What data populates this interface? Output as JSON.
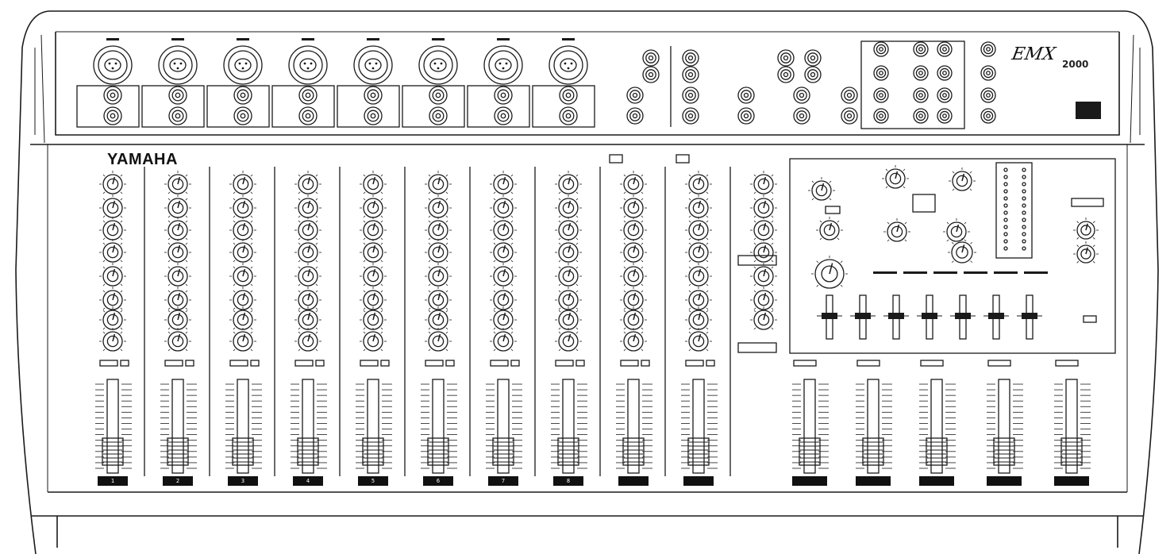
{
  "brand": "YAMAHA",
  "model": "EMX",
  "model_number": "2000",
  "channel_labels": [
    "1",
    "2",
    "3",
    "4",
    "5",
    "6",
    "7",
    "8",
    "",
    ""
  ],
  "master_labels": [
    "",
    "",
    "",
    "",
    ""
  ],
  "colors": {
    "line": "#1a1a1a",
    "panel": "#ffffff",
    "label_bg": "#111111"
  }
}
